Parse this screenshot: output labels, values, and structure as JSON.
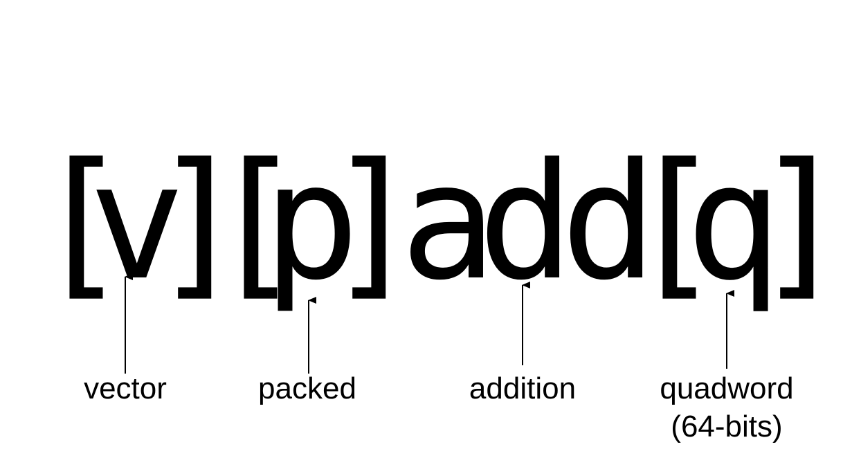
{
  "instruction": {
    "segments": [
      {
        "id": "v",
        "text": "[v]"
      },
      {
        "id": "p",
        "text": "[p]"
      },
      {
        "id": "add",
        "text": "add"
      },
      {
        "id": "q",
        "text": "[q]"
      }
    ]
  },
  "annotations": {
    "vector": "vector",
    "packed": "packed",
    "addition": "addition",
    "quadword": "quadword",
    "quadword_note": "(64-bits)"
  }
}
